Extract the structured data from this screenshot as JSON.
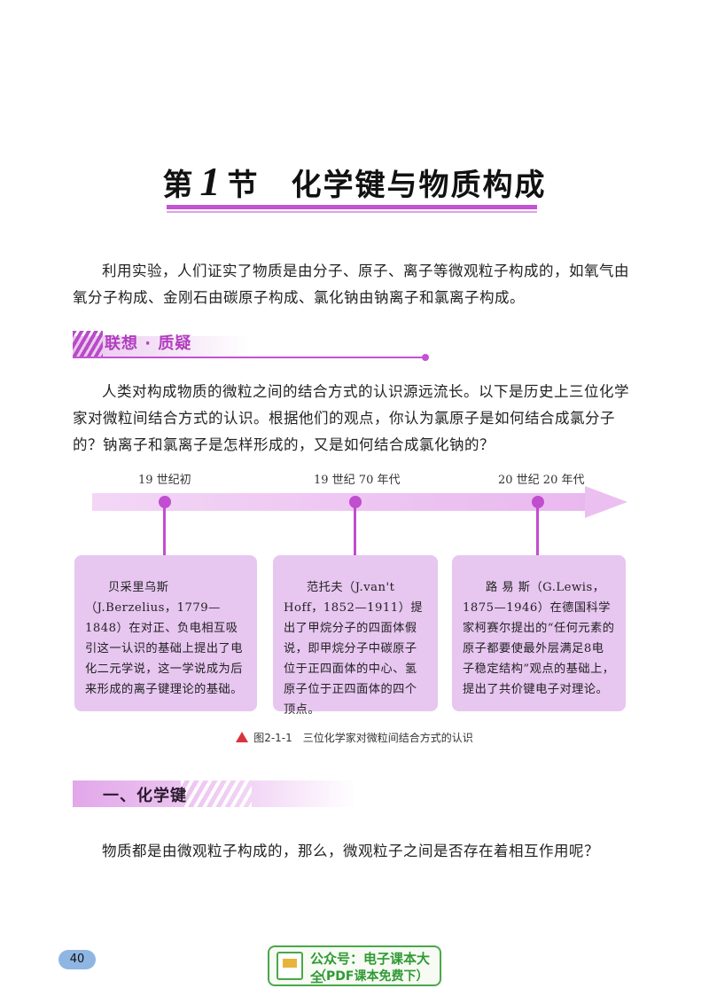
{
  "title": {
    "prefix": "第",
    "number": "1",
    "suffix": "节",
    "text": "化学键与物质构成"
  },
  "intro": "利用实验，人们证实了物质是由分子、原子、离子等微观粒子构成的，如氧气由氧分子构成、金刚石由碳原子构成、氯化钠由钠离子和氯离子构成。",
  "section_small": {
    "label": "联想 · 质疑"
  },
  "question": "人类对构成物质的微粒之间的结合方式的认识源远流长。以下是历史上三位化学家对微粒间结合方式的认识。根据他们的观点，你认为氯原子是如何结合成氯分子的？钠离子和氯离子是怎样形成的，又是如何结合成氯化钠的？",
  "timeline": {
    "eras": [
      "19 世纪初",
      "19 世纪 70 年代",
      "20 世纪 20 年代"
    ],
    "cards": [
      "贝采里乌斯（J.Berzelius，1779—1848）在对正、负电相互吸引这一认识的基础上提出了电化二元学说，这一学说成为后来形成的离子键理论的基础。",
      "范托夫（J.van't Hoff，1852—1911）提出了甲烷分子的四面体假说，即甲烷分子中碳原子位于正四面体的中心、氢原子位于正四面体的四个顶点。",
      "路 易 斯（G.Lewis，1875—1946）在德国科学家柯赛尔提出的“任何元素的原子都要使最外层满足8电子稳定结构”观点的基础上，提出了共价键电子对理论。"
    ]
  },
  "caption": "图2-1-1　三位化学家对微粒间结合方式的认识",
  "section_big": {
    "label": "一、化学键"
  },
  "body": "物质都是由微观粒子构成的，那么，微观粒子之间是否存在着相互作用呢？",
  "page_number": "40",
  "watermark": {
    "line1": "公众号：电子课本大全",
    "line2": "（PDF课本免费下）"
  },
  "colors": {
    "accent": "#c452d3",
    "card": "#e7c6f0",
    "watermark": "#49a84a"
  }
}
